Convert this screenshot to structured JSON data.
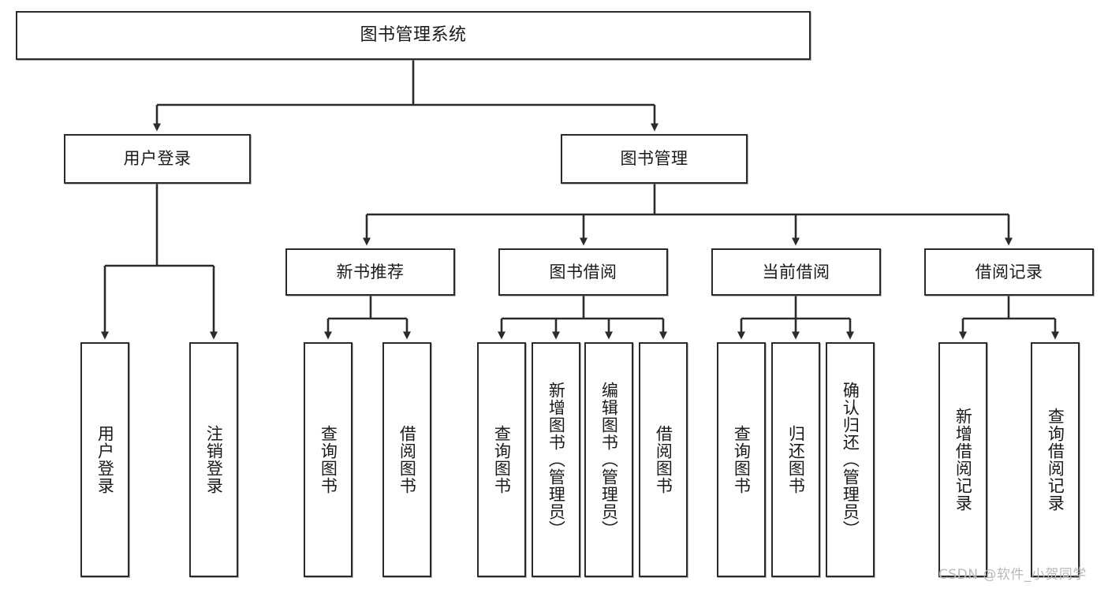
{
  "diagram": {
    "title": "图书管理系统",
    "type": "tree-hierarchy",
    "orientation": "top-down",
    "colors": {
      "node_border": "#2b2b2b",
      "node_fill": "#ffffff",
      "edge": "#2b2b2b",
      "text": "#1a1a1a",
      "watermark": "#b9b9b9",
      "background": "#ffffff"
    }
  },
  "root": {
    "label": "图书管理系统"
  },
  "level2": [
    {
      "id": "user-login",
      "label": "用户登录"
    },
    {
      "id": "book-management",
      "label": "图书管理"
    }
  ],
  "level3": [
    {
      "id": "new-book-recommend",
      "label": "新书推荐"
    },
    {
      "id": "book-borrow",
      "label": "图书借阅"
    },
    {
      "id": "current-borrow",
      "label": "当前借阅"
    },
    {
      "id": "borrow-record",
      "label": "借阅记录"
    }
  ],
  "leaves": {
    "user_login": [
      {
        "id": "leaf-user-login",
        "label": "用户登录"
      },
      {
        "id": "leaf-user-logout",
        "label": "注销登录"
      }
    ],
    "new_book_recommend": [
      {
        "id": "leaf-query-book-1",
        "label": "查询图书"
      },
      {
        "id": "leaf-borrow-book-1",
        "label": "借阅图书"
      }
    ],
    "book_borrow": [
      {
        "id": "leaf-query-book-2",
        "label": "查询图书"
      },
      {
        "id": "leaf-add-book",
        "label": "新增图书（管理员）"
      },
      {
        "id": "leaf-edit-book",
        "label": "编辑图书（管理员）"
      },
      {
        "id": "leaf-borrow-book-2",
        "label": "借阅图书"
      }
    ],
    "current_borrow": [
      {
        "id": "leaf-query-book-3",
        "label": "查询图书"
      },
      {
        "id": "leaf-return-book",
        "label": "归还图书"
      },
      {
        "id": "leaf-confirm-return",
        "label": "确认归还（管理员）"
      }
    ],
    "borrow_record": [
      {
        "id": "leaf-add-record",
        "label": "新增借阅记录"
      },
      {
        "id": "leaf-query-record",
        "label": "查询借阅记录"
      }
    ]
  },
  "watermark": {
    "text": "CSDN @软件_小贺同学"
  }
}
